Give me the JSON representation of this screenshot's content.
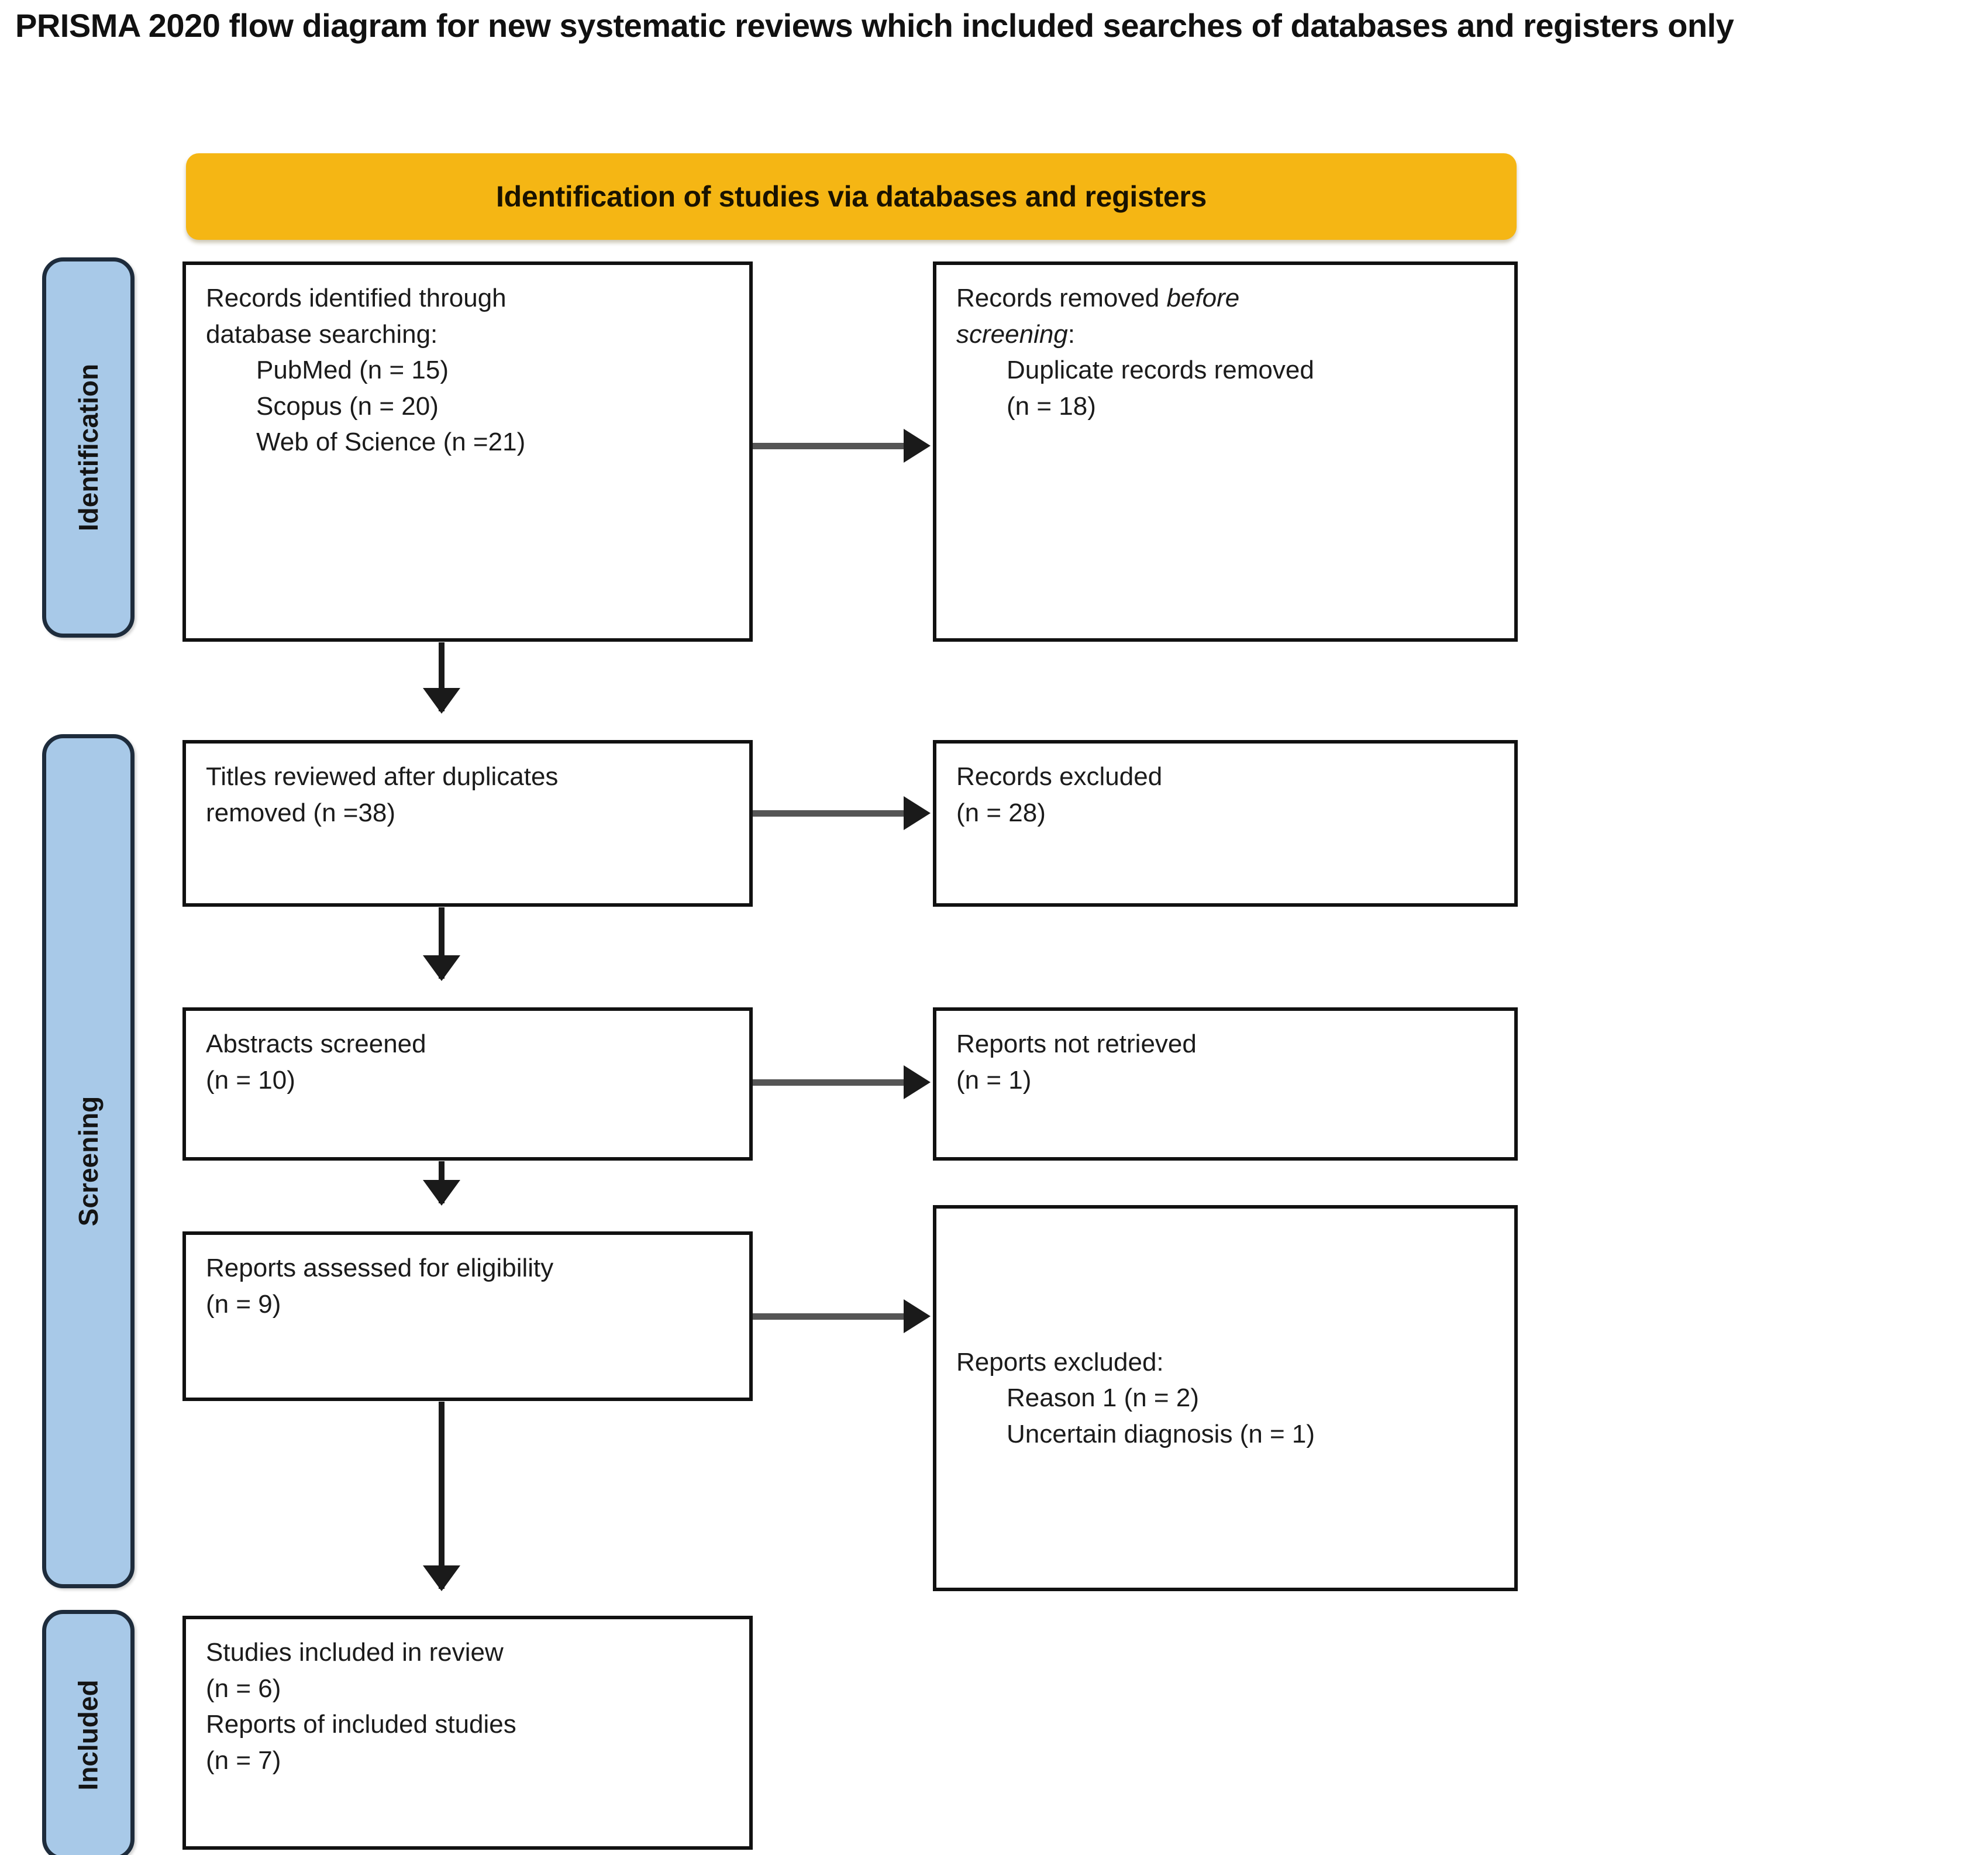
{
  "title": "PRISMA 2020 flow diagram for new systematic reviews which included searches of databases and registers only",
  "banner": {
    "label": "Identification of studies via databases and registers",
    "color": "#f5b614"
  },
  "stages": {
    "identification": "Identification",
    "screening": "Screening",
    "included": "Included",
    "pill_color": "#a8c9e8",
    "pill_border_color": "#1e2c3c"
  },
  "boxes": {
    "records_identified": {
      "l1": "Records identified through",
      "l2": "database searching:",
      "l3": "PubMed (n = 15)",
      "l4": "Scopus (n = 20)",
      "l5": "Web of Science (n =21)"
    },
    "records_removed": {
      "l1_plain": "Records removed ",
      "l1_ital": "before",
      "l2_ital": "screening",
      "l2_plain": ":",
      "l3": "Duplicate records removed",
      "l4": "(n = 18)"
    },
    "titles_reviewed": {
      "l1": "Titles reviewed after duplicates",
      "l2": "removed (n =38)"
    },
    "records_excluded": {
      "l1": "Records excluded",
      "l2": "(n = 28)"
    },
    "abstracts_screened": {
      "l1": "Abstracts screened",
      "l2": "(n = 10)"
    },
    "reports_not_retrieved": {
      "l1": "Reports not retrieved",
      "l2": "(n = 1)"
    },
    "reports_assessed": {
      "l1": "Reports assessed for eligibility",
      "l2": "(n = 9)"
    },
    "reports_excluded": {
      "l1": "Reports excluded:",
      "l2": "Reason 1 (n = 2)",
      "l3": "Uncertain diagnosis (n = 1)"
    },
    "studies_included": {
      "l1": "Studies included in review",
      "l2": "(n = 6)",
      "l3": "Reports of included studies",
      "l4": "(n = 7)"
    }
  },
  "chart_data": {
    "type": "diagram",
    "title": "PRISMA 2020 flow diagram for new systematic reviews which included searches of databases and registers only",
    "nodes": [
      {
        "id": "records_identified",
        "stage": "Identification",
        "column": "left",
        "label": "Records identified through database searching",
        "counts": [
          {
            "source": "PubMed",
            "n": 15
          },
          {
            "source": "Scopus",
            "n": 20
          },
          {
            "source": "Web of Science",
            "n": 21
          }
        ]
      },
      {
        "id": "records_removed",
        "stage": "Identification",
        "column": "right",
        "label": "Records removed before screening: Duplicate records removed",
        "n": 18
      },
      {
        "id": "titles_reviewed",
        "stage": "Screening",
        "column": "left",
        "label": "Titles reviewed after duplicates removed",
        "n": 38
      },
      {
        "id": "records_excluded",
        "stage": "Screening",
        "column": "right",
        "label": "Records excluded",
        "n": 28
      },
      {
        "id": "abstracts_screened",
        "stage": "Screening",
        "column": "left",
        "label": "Abstracts screened",
        "n": 10
      },
      {
        "id": "reports_not_retrieved",
        "stage": "Screening",
        "column": "right",
        "label": "Reports not retrieved",
        "n": 1
      },
      {
        "id": "reports_assessed",
        "stage": "Screening",
        "column": "left",
        "label": "Reports assessed for eligibility",
        "n": 9
      },
      {
        "id": "reports_excluded",
        "stage": "Screening",
        "column": "right",
        "label": "Reports excluded",
        "reasons": [
          {
            "reason": "Reason 1",
            "n": 2
          },
          {
            "reason": "Uncertain diagnosis",
            "n": 1
          }
        ]
      },
      {
        "id": "studies_included",
        "stage": "Included",
        "column": "left",
        "label": "Studies included in review",
        "n": 6,
        "reports_of_included_studies": 7
      }
    ],
    "edges": [
      {
        "from": "records_identified",
        "to": "records_removed",
        "direction": "horizontal"
      },
      {
        "from": "records_identified",
        "to": "titles_reviewed",
        "direction": "vertical"
      },
      {
        "from": "titles_reviewed",
        "to": "records_excluded",
        "direction": "horizontal"
      },
      {
        "from": "titles_reviewed",
        "to": "abstracts_screened",
        "direction": "vertical"
      },
      {
        "from": "abstracts_screened",
        "to": "reports_not_retrieved",
        "direction": "horizontal"
      },
      {
        "from": "abstracts_screened",
        "to": "reports_assessed",
        "direction": "vertical"
      },
      {
        "from": "reports_assessed",
        "to": "reports_excluded",
        "direction": "horizontal"
      },
      {
        "from": "reports_assessed",
        "to": "studies_included",
        "direction": "vertical"
      }
    ]
  }
}
